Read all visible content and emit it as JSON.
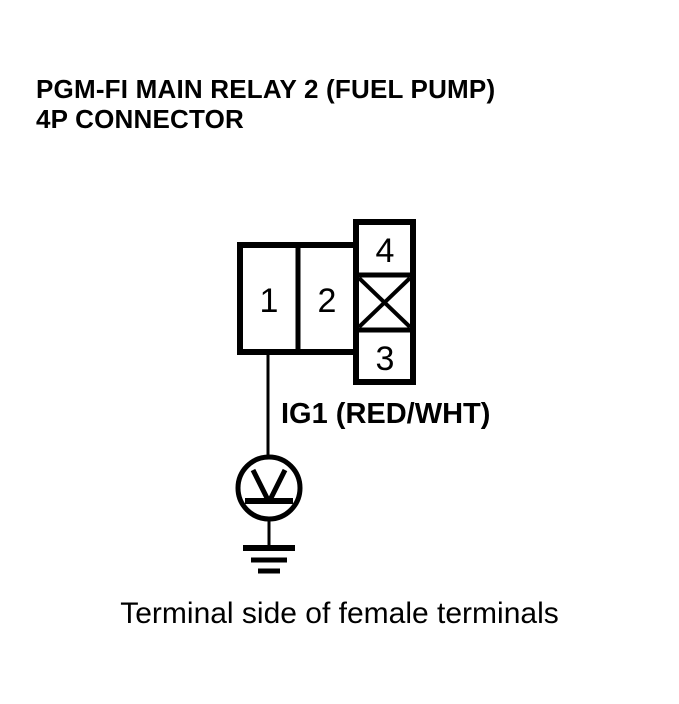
{
  "figure": {
    "background_color": "#ffffff",
    "ink_color": "#000000",
    "title": {
      "line1": "PGM-FI MAIN RELAY 2 (FUEL PUMP)",
      "line2": "4P CONNECTOR"
    },
    "caption": "Terminal side of female terminals"
  },
  "connector": {
    "name": "PGM-FI MAIN RELAY 2 (FUEL PUMP) 4P CONNECTOR",
    "pin_count": "4P",
    "left_block": {
      "cells": [
        {
          "label": "1",
          "type": "terminal"
        },
        {
          "label": "2",
          "type": "terminal"
        }
      ]
    },
    "right_block": {
      "cells": [
        {
          "label": "4",
          "type": "terminal"
        },
        {
          "label": "",
          "type": "blocked"
        },
        {
          "label": "3",
          "type": "terminal"
        }
      ]
    }
  },
  "wire": {
    "from_terminal": "1",
    "label": "IG1 (RED/WHT)",
    "circuit_name": "IG1",
    "wire_color": "RED/WHT"
  },
  "measurement": {
    "instrument": "voltmeter",
    "symbol": "V",
    "ground": "chassis-ground"
  }
}
